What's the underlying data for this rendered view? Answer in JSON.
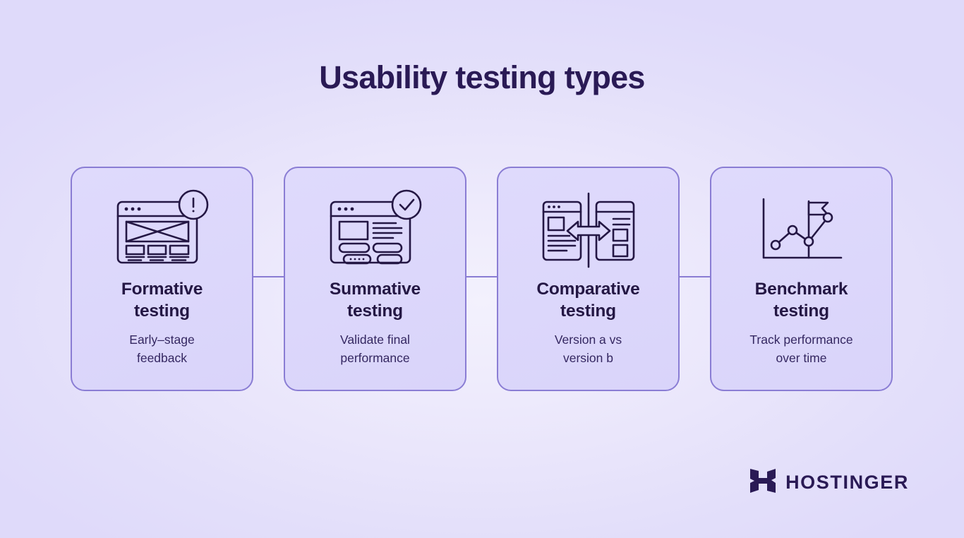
{
  "page": {
    "title": "Usability testing types",
    "background_edge_color": "#DFDAFA",
    "background_center_color": "#F3F1FD",
    "title_color": "#2A1A55"
  },
  "cards": [
    {
      "id": "formative",
      "icon": "browser-wireframe-alert-icon",
      "title": "Formative\ntesting",
      "description": "Early–stage\nfeedback",
      "badge": "exclamation-mark"
    },
    {
      "id": "summative",
      "icon": "browser-layout-check-icon",
      "title": "Summative\ntesting",
      "description": "Validate final\nperformance",
      "badge": "check-mark"
    },
    {
      "id": "comparative",
      "icon": "two-browsers-compare-arrows-icon",
      "title": "Comparative\ntesting",
      "description": "Version a vs\nversion b",
      "badge": "double-arrow"
    },
    {
      "id": "benchmark",
      "icon": "line-chart-flag-icon",
      "title": "Benchmark\ntesting",
      "description": "Track performance\nover time",
      "badge": "flag"
    }
  ],
  "style": {
    "card_fill": "#DDD8FB",
    "card_border": "#8A7DD4",
    "icon_stroke": "#241744",
    "card_title_color": "#241744",
    "card_desc_color": "#342761"
  },
  "brand": {
    "name": "HOSTINGER",
    "mark": "hostinger-h-logo-icon",
    "color": "#2A1A55"
  }
}
